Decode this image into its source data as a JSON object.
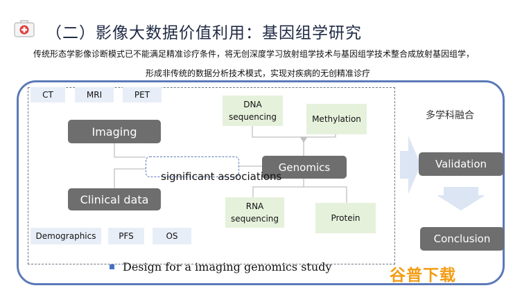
{
  "slide": {
    "title": "（二）影像大数据价值利用：基因组学研究",
    "subtitle_line1": "传统形态学影像诊断模式已不能满足精准诊疗条件，将无创深度学习放射组学技术与基因组学技术整合成放射基因组学，",
    "subtitle_line2": "形成非传统的数据分析技术模式，实现对疾病的无创精准诊疗"
  },
  "diagram": {
    "modalities": [
      "CT",
      "MRI",
      "PET"
    ],
    "imaging": "Imaging",
    "clinical": "Clinical data",
    "clinical_items": [
      "Demographics",
      "PFS",
      "OS"
    ],
    "significant": "significant associations",
    "genomics": "Genomics",
    "dna": "DNA sequencing",
    "methylation": "Methylation",
    "rna": "RNA sequencing",
    "protein": "Protein",
    "multidisciplinary": "多学科融合",
    "validation": "Validation",
    "conclusion": "Conclusion",
    "legend": "Design for a imaging genomics study"
  },
  "watermark": "谷普下载",
  "colors": {
    "frame": "#5b79b8",
    "gray_box": "#6e6e6e",
    "light_blue": "#e8eef8",
    "light_green": "#e6f1dc",
    "arrow": "#dce5f3",
    "watermark": "#f39c12"
  },
  "icons": [
    "medical-kit-icon",
    "right-arrow-icon",
    "down-arrow-icon",
    "bullet-square-icon"
  ]
}
